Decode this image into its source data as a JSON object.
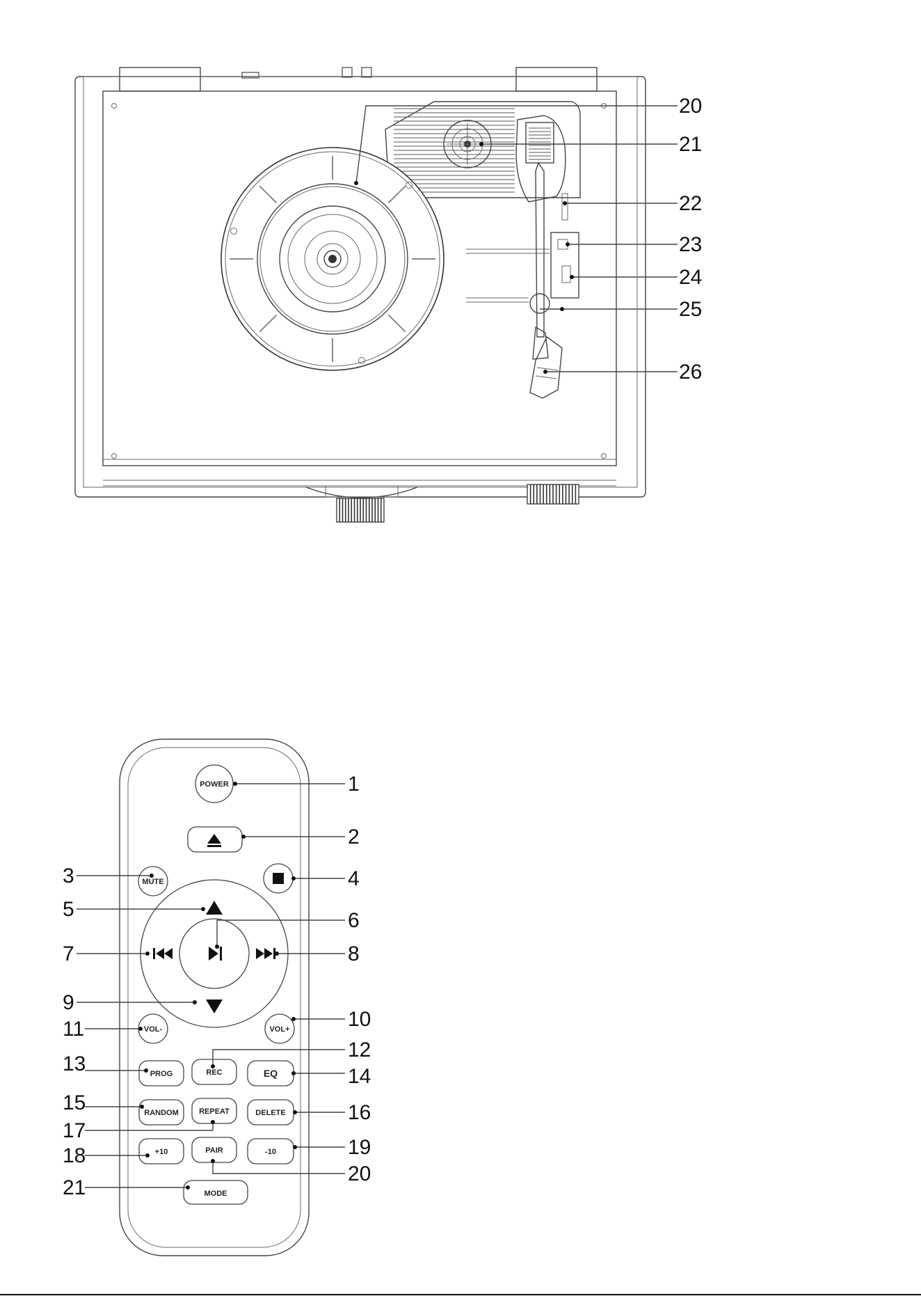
{
  "turntable": {
    "callouts": [
      "20",
      "21",
      "22",
      "23",
      "24",
      "25",
      "26"
    ]
  },
  "remote": {
    "buttons": {
      "power": "POWER",
      "mute": "MUTE",
      "vol_minus": "VOL-",
      "vol_plus": "VOL+",
      "prog": "PROG",
      "rec": "REC",
      "eq": "EQ",
      "random": "RANDOM",
      "repeat": "REPEAT",
      "delete": "DELETE",
      "plus10": "+10",
      "pair": "PAIR",
      "minus10": "-10",
      "mode": "MODE"
    },
    "callouts": [
      "1",
      "2",
      "3",
      "4",
      "5",
      "6",
      "7",
      "8",
      "9",
      "10",
      "11",
      "12",
      "13",
      "14",
      "15",
      "16",
      "17",
      "18",
      "19",
      "20",
      "21"
    ]
  },
  "icons": [
    "eject-icon",
    "stop-icon",
    "up-arrow-icon",
    "down-arrow-icon",
    "play-pause-icon",
    "previous-track-icon",
    "next-track-icon"
  ]
}
